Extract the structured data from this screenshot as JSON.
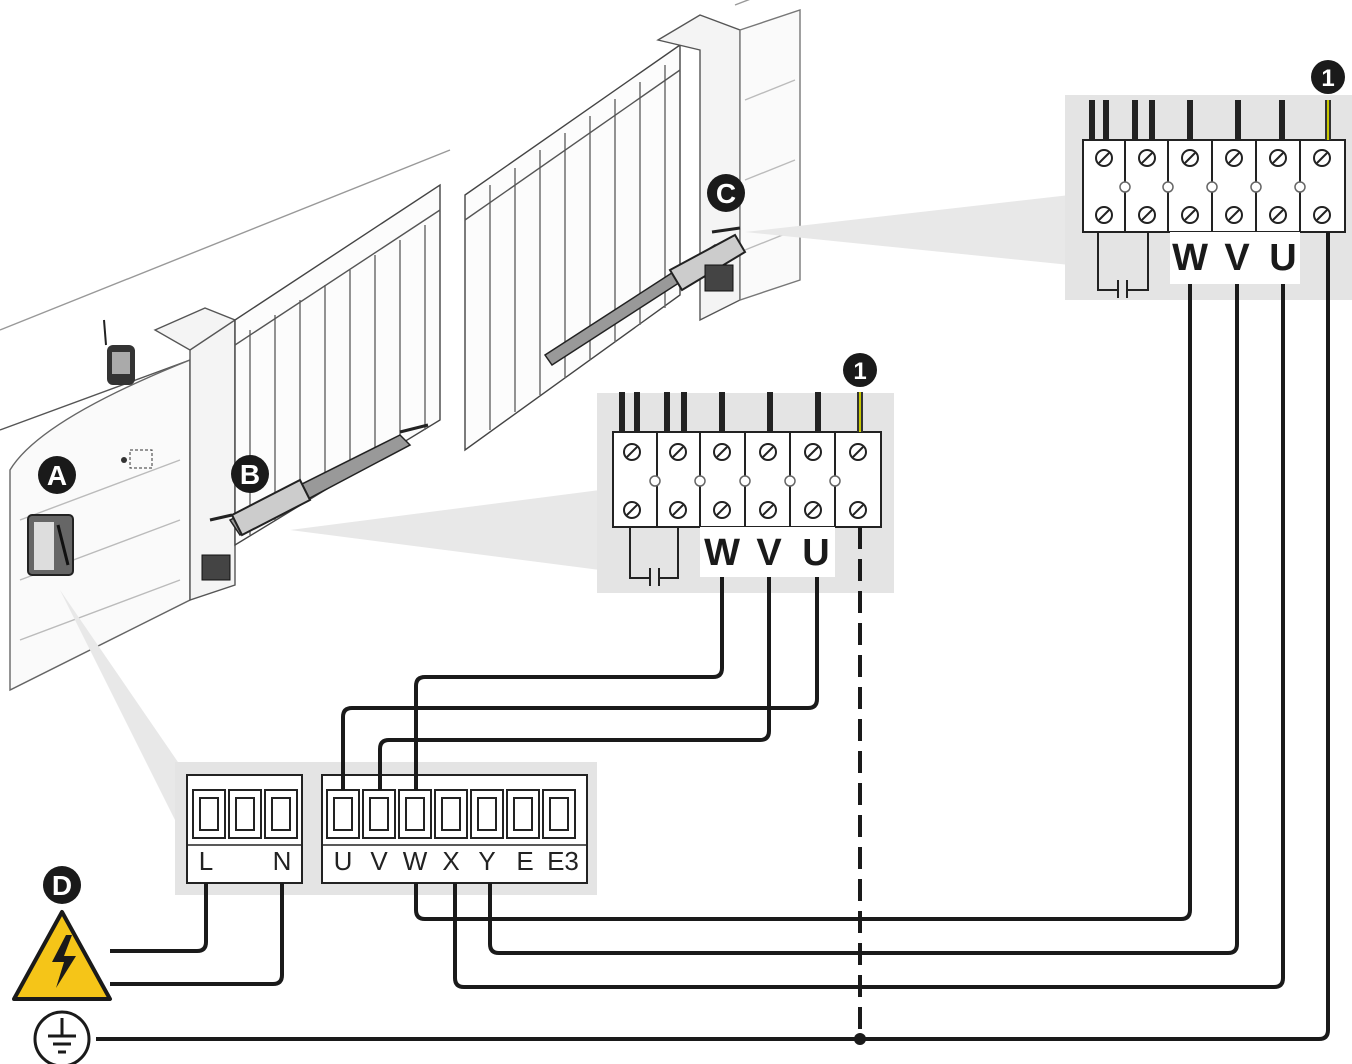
{
  "callouts": {
    "A": "A",
    "B": "B",
    "C": "C",
    "D": "D",
    "note_marker": "1"
  },
  "motor_terminal_block": {
    "labels": [
      "W",
      "V",
      "U"
    ]
  },
  "control_board": {
    "power_terminals": [
      "L",
      "N"
    ],
    "motor_terminals": [
      "U",
      "V",
      "W",
      "X",
      "Y",
      "E",
      "E3"
    ]
  },
  "symbols": {
    "hazard": "high-voltage-warning-icon",
    "ground": "earth-ground-icon"
  },
  "colors": {
    "wire": "#1a1a1a",
    "earth_wire_stripe": "#c8c800",
    "hazard_yellow": "#f5c518",
    "panel_grey": "#e4e4e4"
  }
}
